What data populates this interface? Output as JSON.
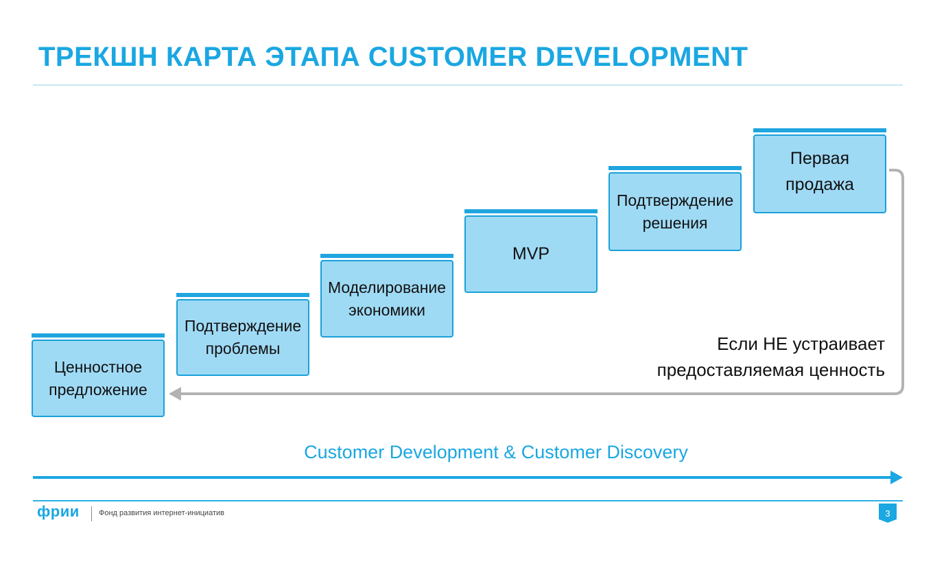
{
  "title": "ТРЕКШН КАРТА ЭТАПА CUSTOMER DEVELOPMENT",
  "steps": [
    {
      "label": "Ценностное\nпредложение"
    },
    {
      "label": "Подтверждение\nпроблемы"
    },
    {
      "label": "Моделирование\nэкономики"
    },
    {
      "label": "MVP"
    },
    {
      "label": "Подтверждение\nрешения"
    },
    {
      "label": "Первая\nпродажа"
    }
  ],
  "loop_note": "Если НЕ устраивает\nпредоставляемая ценность",
  "timeline_label": "Customer Development & Customer Discovery",
  "footer": {
    "logo": "фрии",
    "org_name": "Фонд развития интернет-инициатив",
    "page_number": "3"
  },
  "colors": {
    "accent": "#1aa7e2",
    "step_fill": "#9fdaf5",
    "step_border": "#19a0d9",
    "loop_arrow": "#b3b3b3"
  }
}
